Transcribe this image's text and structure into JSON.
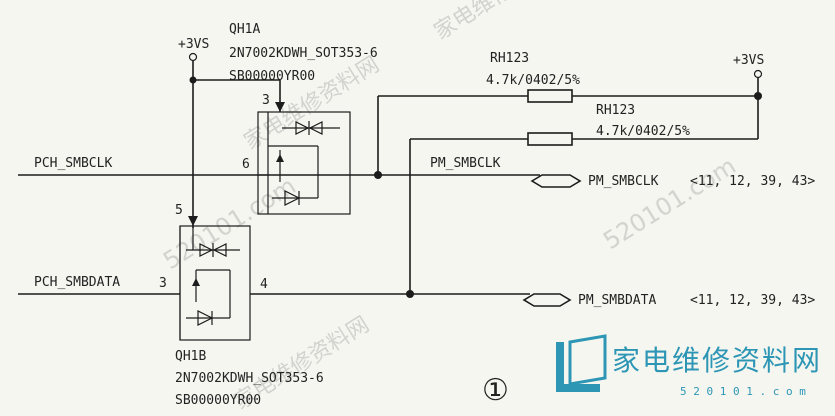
{
  "nets": {
    "vcc_left": "+3VS",
    "vcc_right": "+3VS",
    "pch_smbclk": "PCH_SMBCLK",
    "pch_smbdata": "PCH_SMBDATA",
    "pm_smbclk": "PM_SMBCLK",
    "pm_smbclk_offpage": "PM_SMBCLK",
    "pm_smbdata_offpage": "PM_SMBDATA",
    "smbclk_xref": "<11, 12, 39, 43>",
    "smbdata_xref": "<11, 12, 39, 43>"
  },
  "transistors": {
    "qh1a": {
      "ref": "QH1A",
      "part": "2N7002KDWH_SOT353-6",
      "pn": "SB00000YR00",
      "pin_gate": "3",
      "pin_drain": "6"
    },
    "qh1b": {
      "ref": "QH1B",
      "part": "2N7002KDWH_SOT353-6",
      "pn": "SB00000YR00",
      "pin_gate": "5",
      "pin_source": "3",
      "pin_drain": "4"
    }
  },
  "resistors": {
    "r1": {
      "ref": "RH123",
      "value": "4.7k/0402/5%"
    },
    "r2": {
      "ref": "RH123",
      "value": "4.7k/0402/5%"
    }
  },
  "figure_label": "①",
  "watermark": {
    "cn": "家电维修资料网",
    "url": "520101.com",
    "url_small": "5 2 0 1 0 1 . c o m",
    "logo_color": "#2d96b5"
  }
}
